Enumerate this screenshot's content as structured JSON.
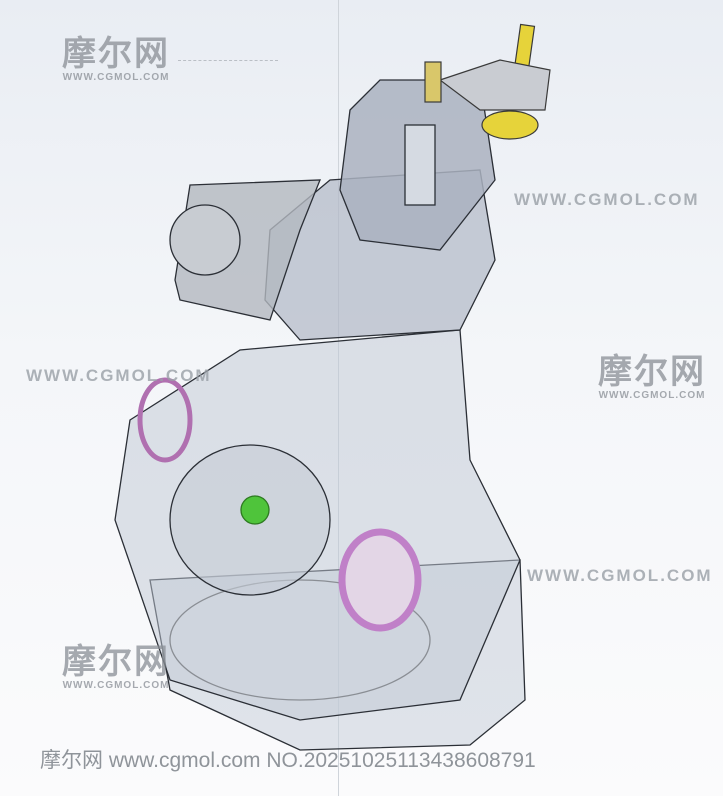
{
  "watermark": {
    "logo_cn": "摩尔网",
    "logo_en": "WWW.CGMOL.COM",
    "url_text": "WWW.CGMOL.COM"
  },
  "footer": {
    "text": "摩尔网 www.cgmol.com NO.20251025113438608791"
  },
  "colors": {
    "background": "#eef1f5",
    "housing": "#b9c1cf",
    "accent_yellow": "#e6d33a",
    "accent_pink": "#d79ad6",
    "accent_green": "#4fc43b"
  }
}
